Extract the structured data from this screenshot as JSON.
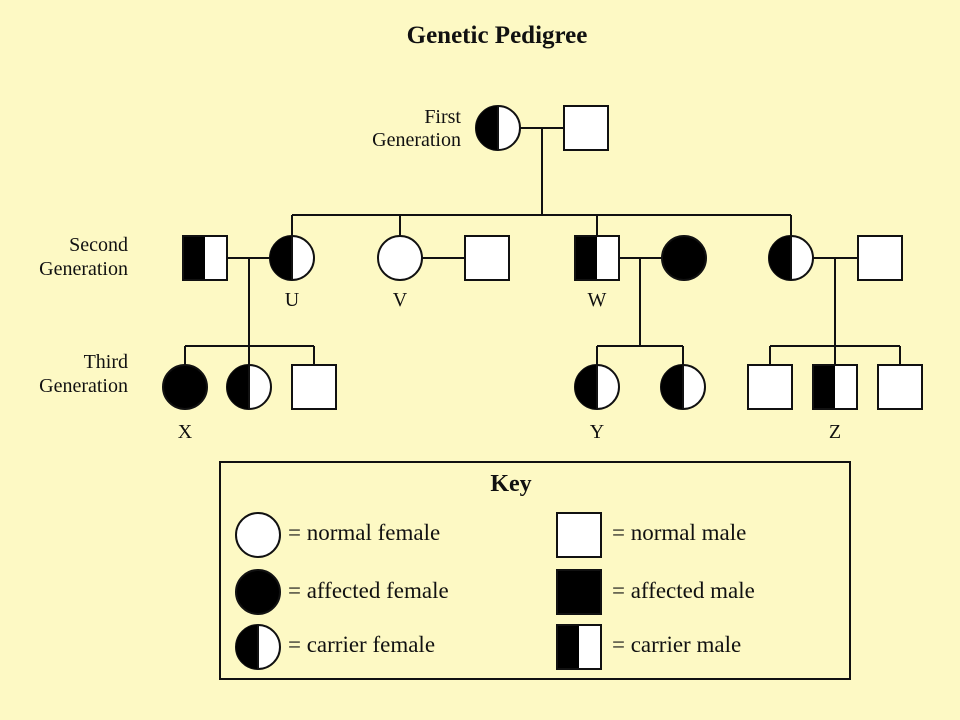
{
  "title": "Genetic Pedigree",
  "generations": [
    {
      "line1": "First",
      "line2": "Generation"
    },
    {
      "line1": "Second",
      "line2": "Generation"
    },
    {
      "line1": "Third",
      "line2": "Generation"
    }
  ],
  "individuals": {
    "g1_mother": {
      "sex": "female",
      "status": "carrier",
      "label": ""
    },
    "g1_father": {
      "sex": "male",
      "status": "normal",
      "label": ""
    },
    "g2_u_husband": {
      "sex": "male",
      "status": "carrier",
      "label": ""
    },
    "g2_u": {
      "sex": "female",
      "status": "carrier",
      "label": "U"
    },
    "g2_v": {
      "sex": "female",
      "status": "normal",
      "label": "V"
    },
    "g2_v_husband": {
      "sex": "male",
      "status": "normal",
      "label": ""
    },
    "g2_w": {
      "sex": "male",
      "status": "carrier",
      "label": "W"
    },
    "g2_w_wife": {
      "sex": "female",
      "status": "affected",
      "label": ""
    },
    "g2_daughter": {
      "sex": "female",
      "status": "carrier",
      "label": ""
    },
    "g2_daughter_husband": {
      "sex": "male",
      "status": "normal",
      "label": ""
    },
    "g3_x": {
      "sex": "female",
      "status": "affected",
      "label": "X"
    },
    "g3_u_daughter2": {
      "sex": "female",
      "status": "carrier",
      "label": ""
    },
    "g3_u_son": {
      "sex": "male",
      "status": "normal",
      "label": ""
    },
    "g3_y": {
      "sex": "female",
      "status": "carrier",
      "label": "Y"
    },
    "g3_w_daughter2": {
      "sex": "female",
      "status": "carrier",
      "label": ""
    },
    "g3_son1": {
      "sex": "male",
      "status": "normal",
      "label": ""
    },
    "g3_z": {
      "sex": "male",
      "status": "carrier",
      "label": "Z"
    },
    "g3_son3": {
      "sex": "male",
      "status": "normal",
      "label": ""
    }
  },
  "key": {
    "title": "Key",
    "items": [
      {
        "sex": "female",
        "status": "normal",
        "text": "= normal female"
      },
      {
        "sex": "male",
        "status": "normal",
        "text": "= normal male"
      },
      {
        "sex": "female",
        "status": "affected",
        "text": "= affected female"
      },
      {
        "sex": "male",
        "status": "affected",
        "text": "= affected male"
      },
      {
        "sex": "female",
        "status": "carrier",
        "text": "= carrier female"
      },
      {
        "sex": "male",
        "status": "carrier",
        "text": "= carrier male"
      }
    ]
  },
  "colors": {
    "background": "#fdf9c4",
    "ink": "#111111",
    "fill_normal": "#ffffff",
    "fill_affected": "#000000"
  }
}
